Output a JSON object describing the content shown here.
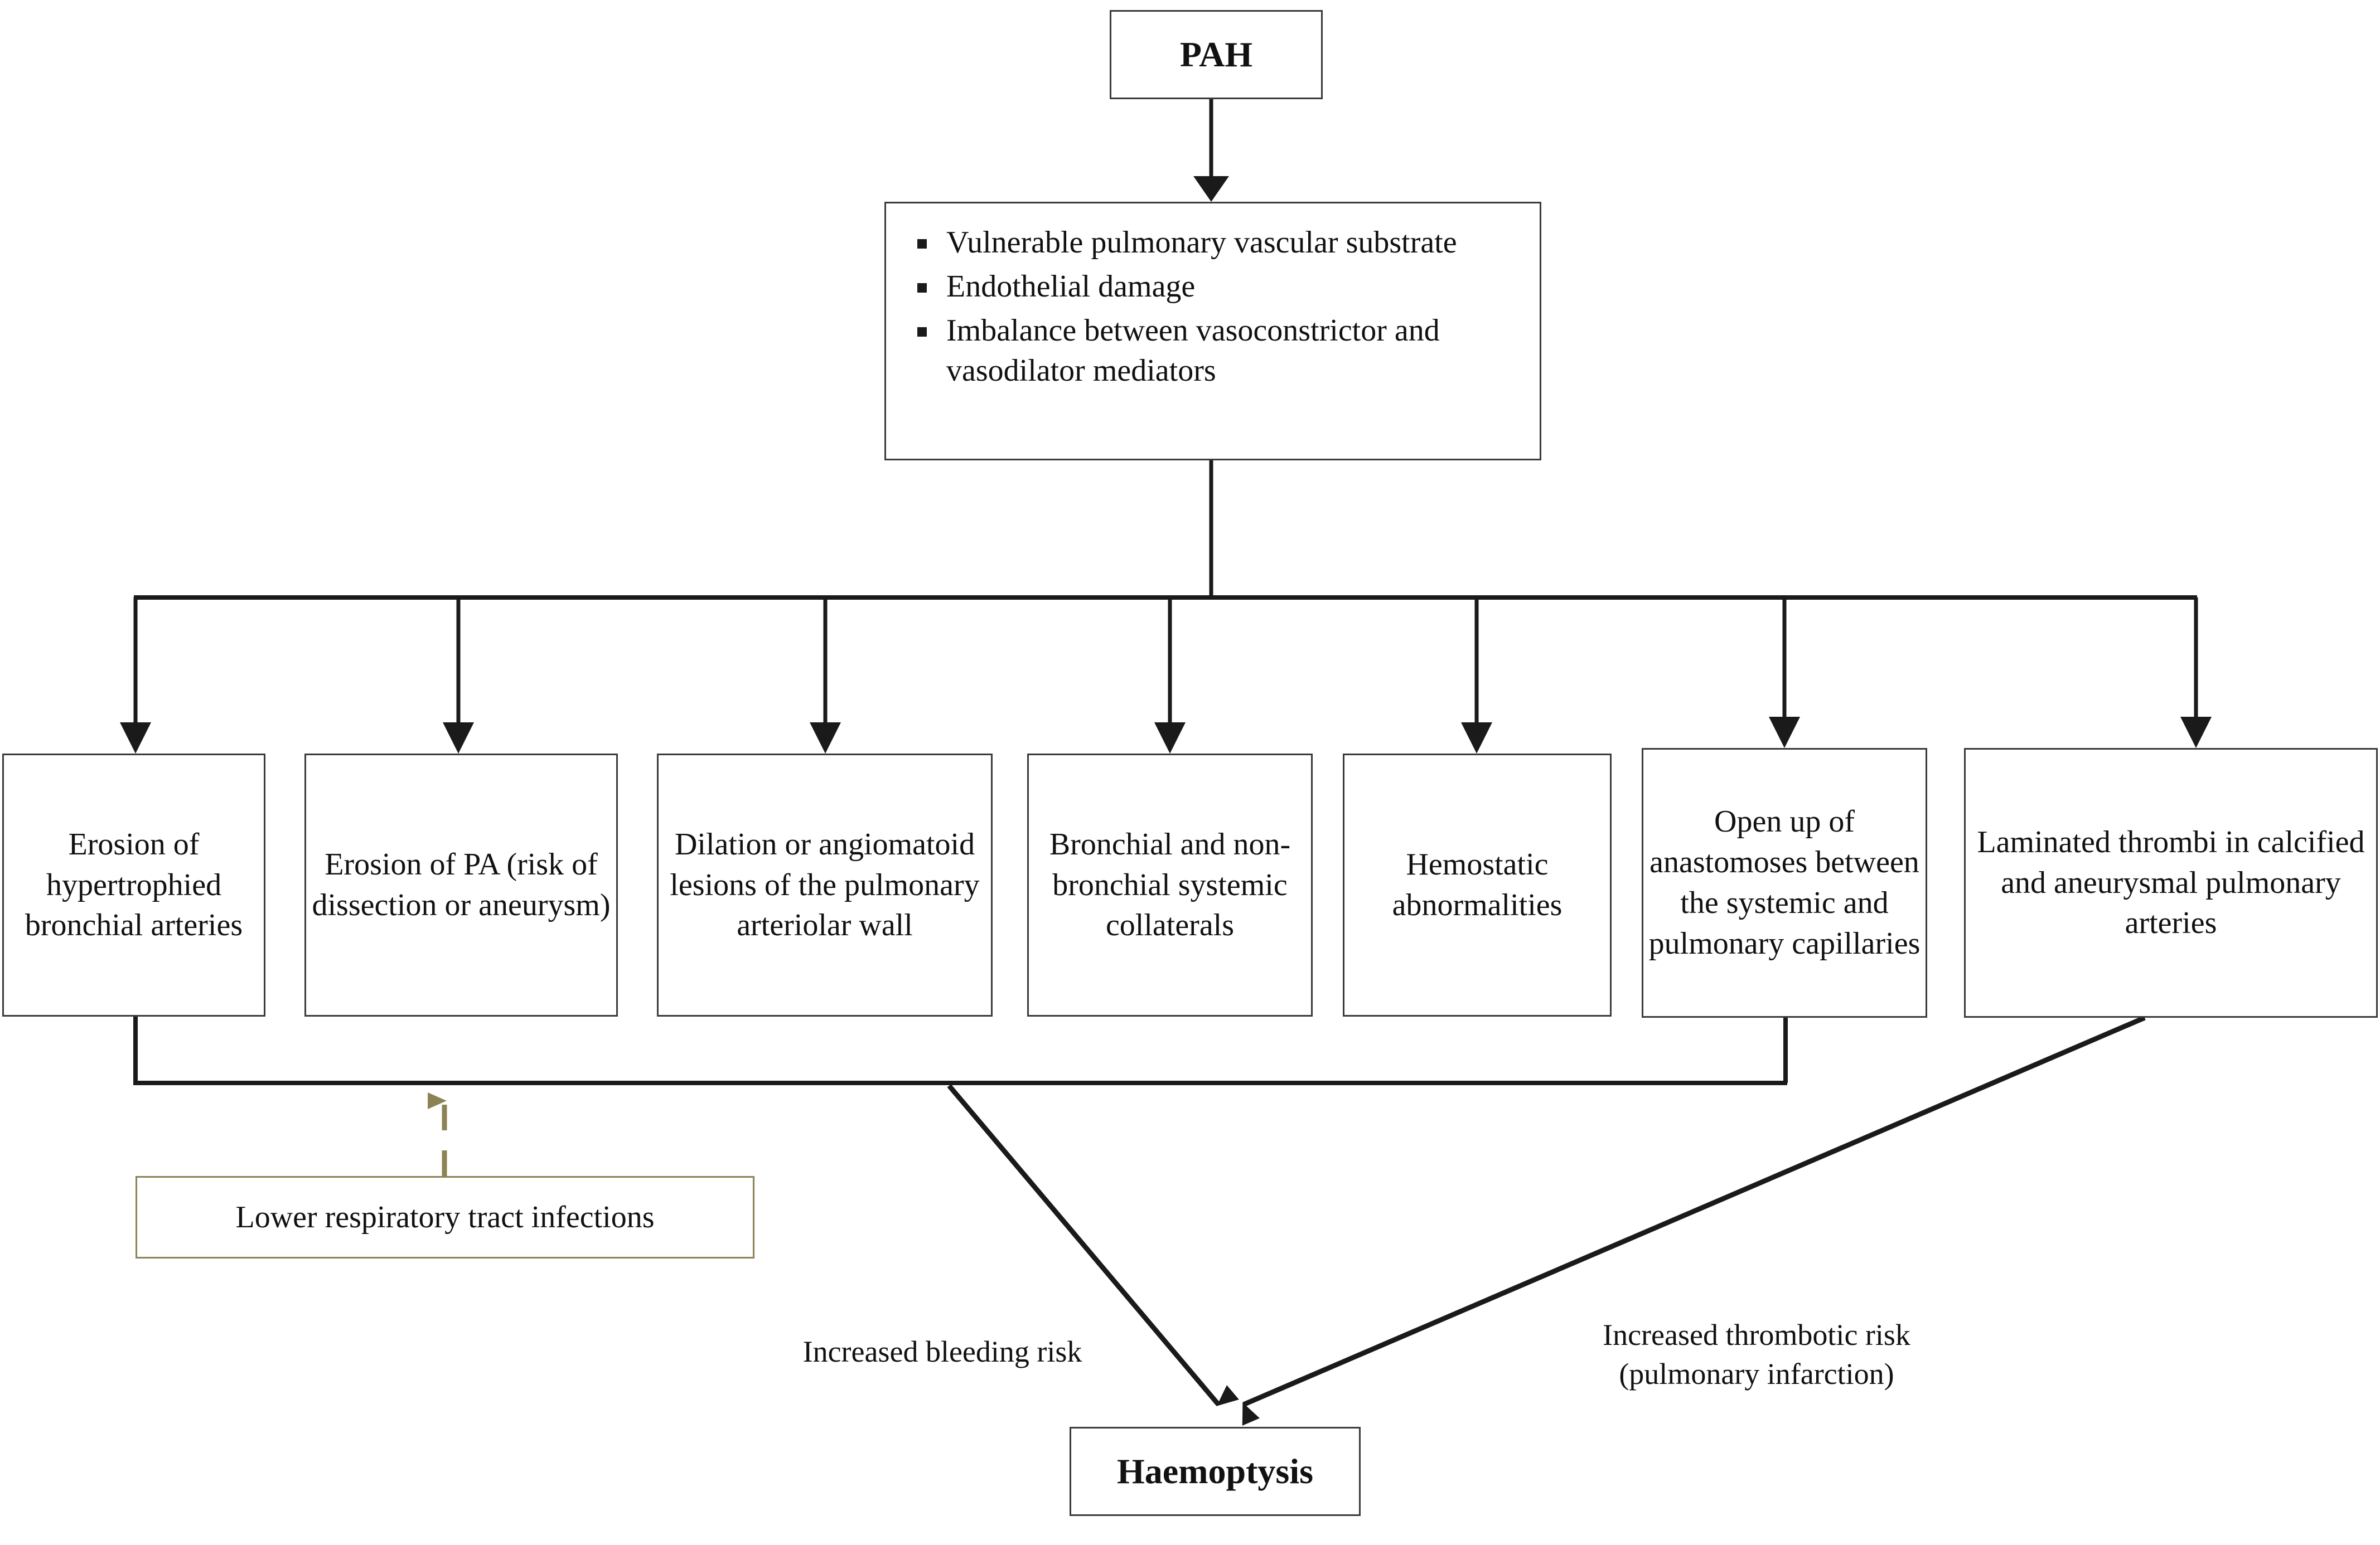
{
  "diagram": {
    "title_node": {
      "label": "PAH"
    },
    "mechanism_node": {
      "bullets": [
        "Vulnerable pulmonary vascular substrate",
        "Endothelial damage",
        "Imbalance between vasoconstrictor and vasodilator mediators"
      ]
    },
    "pathway_nodes": [
      {
        "id": "erosion-bronchial-arteries",
        "label": "Erosion of hypertrophied bronchial arteries"
      },
      {
        "id": "erosion-pa",
        "label": "Erosion of PA (risk of dissection or aneurysm)"
      },
      {
        "id": "dilation-angiomatoid",
        "label": "Dilation or angiomatoid lesions of the pulmonary arteriolar wall"
      },
      {
        "id": "systemic-collaterals",
        "label": "Bronchial and non-bronchial systemic collaterals"
      },
      {
        "id": "hemostatic-abnormalities",
        "label": "Hemostatic abnormalities"
      },
      {
        "id": "anastomoses",
        "label": "Open up of anastomoses between the systemic and pulmonary capillaries"
      },
      {
        "id": "laminated-thrombi",
        "label": "Laminated thrombi in calcified and aneurysmal pulmonary arteries"
      }
    ],
    "modifier_node": {
      "label": "Lower respiratory tract infections"
    },
    "outcome_node": {
      "label": "Haemoptysis"
    },
    "edge_labels": {
      "bleeding": "Increased  bleeding  risk",
      "thrombotic": "Increased  thrombotic risk\n(pulmonary infarction)"
    },
    "colors": {
      "stroke": "#3b3b3b",
      "line": "#1a1a1a",
      "accent_olive": "#8c8355",
      "text": "#111111",
      "background": "#ffffff"
    }
  }
}
